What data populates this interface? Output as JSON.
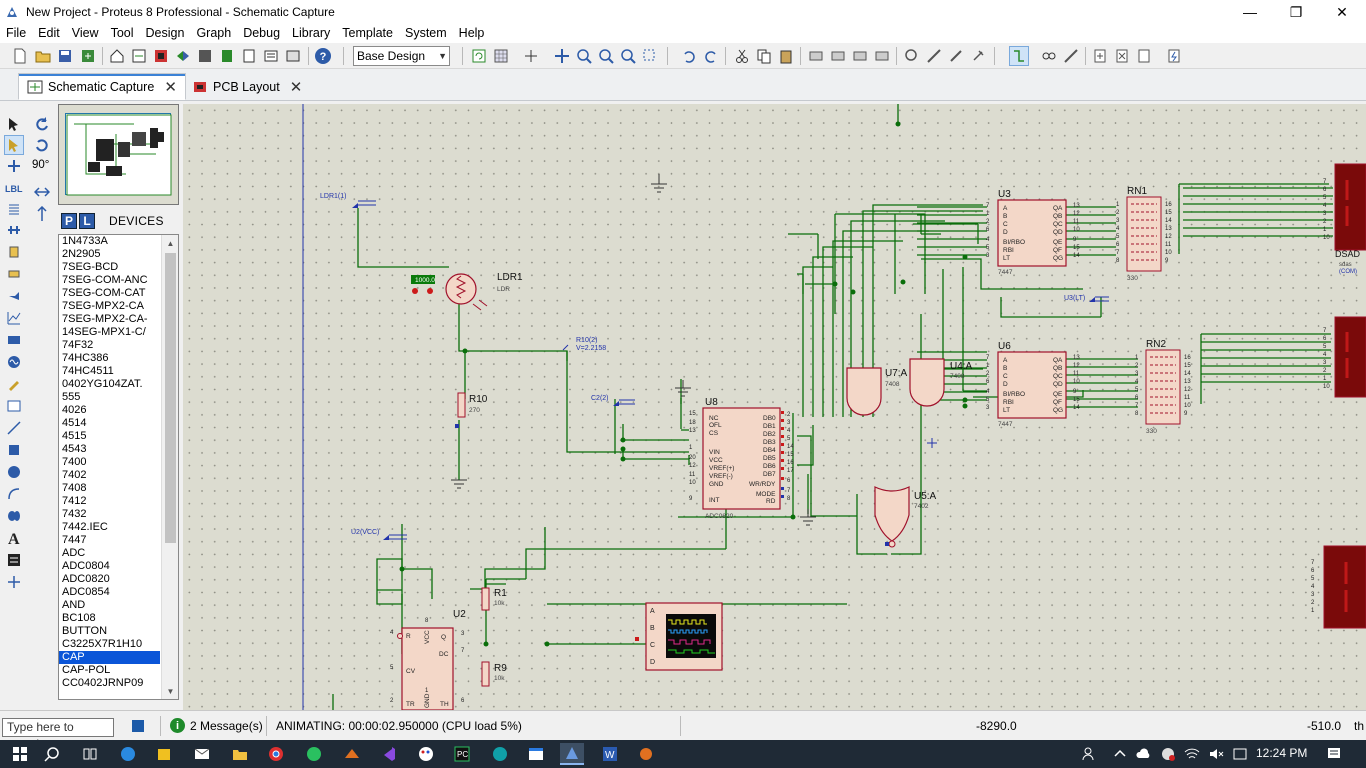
{
  "window": {
    "title": "New Project - Proteus 8 Professional - Schematic Capture",
    "minimize": "—",
    "restore": "❐",
    "close": "✕"
  },
  "menu": [
    "File",
    "Edit",
    "View",
    "Tool",
    "Design",
    "Graph",
    "Debug",
    "Library",
    "Template",
    "System",
    "Help"
  ],
  "toolbar": {
    "design_combo": "Base Design"
  },
  "tabs": [
    {
      "label": "Schematic Capture",
      "close": "✕"
    },
    {
      "label": "PCB Layout",
      "close": "✕"
    }
  ],
  "rotation": "90°",
  "devices": {
    "p_button": "P",
    "l_button": "L",
    "title": "DEVICES",
    "items": [
      "1N4733A",
      "2N2905",
      "7SEG-BCD",
      "7SEG-COM-ANC",
      "7SEG-COM-CAT",
      "7SEG-MPX2-CA",
      "7SEG-MPX2-CA-",
      "14SEG-MPX1-C/",
      "74F32",
      "74HC386",
      "74HC4511",
      "0402YG104ZAT.",
      "555",
      "4026",
      "4514",
      "4515",
      "4543",
      "7400",
      "7402",
      "7408",
      "7412",
      "7432",
      "7442.IEC",
      "7447",
      "ADC",
      "ADC0804",
      "ADC0820",
      "ADC0854",
      "AND",
      "BC108",
      "BUTTON",
      "C3225X7R1H10",
      "CAP",
      "CAP-POL",
      "CC0402JRNP09"
    ],
    "selected": "CAP"
  },
  "schematic": {
    "ldr1": {
      "ref": "LDR1",
      "value": "LDR",
      "probe": "LDR1(1)",
      "meter": "1000.0"
    },
    "r10": {
      "ref": "R10",
      "value": "270",
      "probe": "R10(2)",
      "voltage": "V=2.2158"
    },
    "c2": {
      "probe": "C2(2)"
    },
    "u8": {
      "ref": "U8",
      "part": "ADC0820",
      "left_pins": [
        "NC",
        "OFL",
        "CS",
        "VIN",
        "VCC",
        "VREF(+)",
        "VREF(-)",
        "GND",
        "INT"
      ],
      "left_nums": [
        "15",
        "18",
        "13",
        "1",
        "20",
        "12",
        "11",
        "10",
        "9"
      ],
      "right_pins": [
        "DB0",
        "DB1",
        "DB2",
        "DB3",
        "DB4",
        "DB5",
        "DB6",
        "DB7",
        "WR/RDY",
        "MODE",
        "RD"
      ],
      "right_nums": [
        "2",
        "3",
        "4",
        "5",
        "14",
        "15",
        "16",
        "17",
        "6",
        "7",
        "8"
      ]
    },
    "u3": {
      "ref": "U3",
      "part": "7447",
      "left_pins": [
        "A",
        "B",
        "C",
        "D",
        "BI/RBO",
        "RBI",
        "LT"
      ],
      "left_nums": [
        "7",
        "1",
        "2",
        "6",
        "4",
        "5",
        "3"
      ],
      "right_pins": [
        "QA",
        "QB",
        "QC",
        "QD",
        "QE",
        "QF",
        "QG"
      ],
      "right_nums": [
        "13",
        "12",
        "11",
        "10",
        "9",
        "15",
        "14"
      ]
    },
    "u6": {
      "ref": "U6",
      "part": "7447",
      "left_pins": [
        "A",
        "B",
        "C",
        "D",
        "BI/RBO",
        "RBI",
        "LT"
      ],
      "left_nums": [
        "7",
        "1",
        "2",
        "6",
        "4",
        "5",
        "3"
      ],
      "right_pins": [
        "QA",
        "QB",
        "QC",
        "QD",
        "QE",
        "QF",
        "QG"
      ],
      "right_nums": [
        "13",
        "12",
        "11",
        "10",
        "9",
        "15",
        "14"
      ]
    },
    "rn1": {
      "ref": "RN1",
      "value": "330",
      "left_nums": [
        "1",
        "2",
        "3",
        "4",
        "5",
        "6",
        "7",
        "8"
      ],
      "right_nums": [
        "16",
        "15",
        "14",
        "13",
        "12",
        "11",
        "10",
        "9"
      ]
    },
    "rn2": {
      "ref": "RN2",
      "value": "330",
      "left_nums": [
        "1",
        "2",
        "3",
        "4",
        "5",
        "6",
        "7",
        "8"
      ],
      "right_nums": [
        "16",
        "15",
        "14",
        "13",
        "12",
        "11",
        "10",
        "9"
      ]
    },
    "u7a": {
      "ref": "U7:A",
      "part": "7408"
    },
    "u4a": {
      "ref": "U4:A",
      "part": "7408"
    },
    "u5a": {
      "ref": "U5:A",
      "part": "7402"
    },
    "u3lt": {
      "probe": "U3(LT)"
    },
    "u2vcc": {
      "probe": "U2(VCC)"
    },
    "r1": {
      "ref": "R1",
      "value": "10k"
    },
    "r9": {
      "ref": "R9",
      "value": "10k"
    },
    "u2": {
      "ref": "U2",
      "pins": [
        "R",
        "VCC",
        "Q",
        "DC",
        "CV",
        "GND",
        "TR",
        "TH"
      ],
      "nums": [
        "4",
        "8",
        "3",
        "7",
        "5",
        "1",
        "2",
        "6"
      ]
    },
    "scope": {
      "channels": [
        "A",
        "B",
        "C",
        "D"
      ]
    },
    "dsad": {
      "label": "DSAD",
      "sub": "sdas",
      "com": "(COM)"
    },
    "seg_pins": [
      "7",
      "6",
      "5",
      "4",
      "3",
      "2",
      "1",
      "10"
    ]
  },
  "status": {
    "search_placeholder": "Type here to search",
    "messages": "2 Message(s)",
    "animating": "ANIMATING: 00:00:02.950000 (CPU load 5%)",
    "x": "-8290.0",
    "y": "-510.0",
    "units": "th"
  },
  "taskbar": {
    "time": "12:24 PM"
  },
  "colors": {
    "canvas": "#dcdcd0",
    "wire": "#0a6e0a",
    "part_fill": "#f3d7c8",
    "part_stroke": "#a0102a",
    "selected": "#0a55d8",
    "taskbar": "#1f2a36"
  }
}
